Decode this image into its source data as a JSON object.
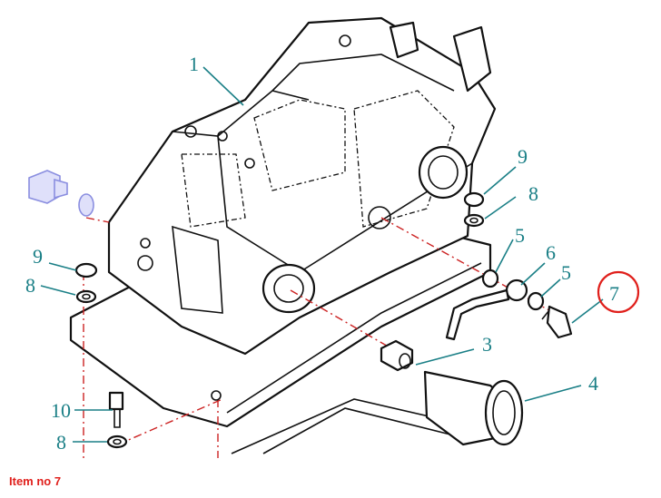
{
  "caption": "Item no 7",
  "labels": {
    "l1": "1",
    "l3": "3",
    "l4": "4",
    "l5a": "5",
    "l5b": "5",
    "l6": "6",
    "l7": "7",
    "l8a": "8",
    "l8b": "8",
    "l8c": "8",
    "l9a": "9",
    "l9b": "9",
    "l10": "10"
  },
  "colors": {
    "label": "#1a7f86",
    "highlight": "#e0201c",
    "accent_line": "#c22"
  }
}
